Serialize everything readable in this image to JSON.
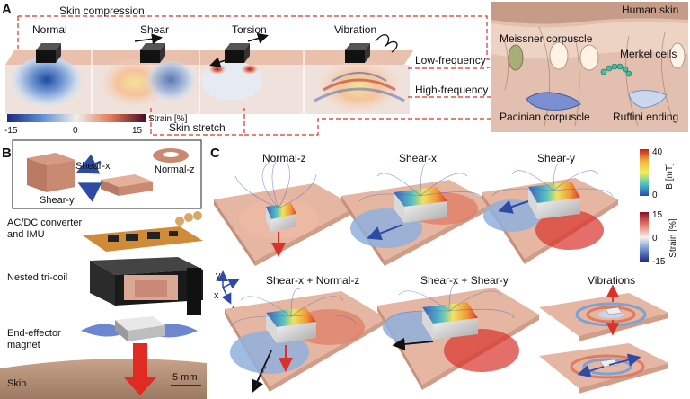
{
  "panel_a": {
    "letter": "A",
    "skin_compression": "Skin compression",
    "skin_stretch": "Skin stretch",
    "modes": [
      "Normal",
      "Shear",
      "Torsion",
      "Vibration"
    ],
    "low_frequency": "Low-frequency",
    "high_frequency": "High-frequency",
    "strain_label": "Strain [%]",
    "strain_ticks": [
      "-15",
      "0",
      "15"
    ],
    "human_skin": "Human skin",
    "meissner": "Meissner corpuscle",
    "merkel": "Merkel cells",
    "pacinian": "Pacinian corpuscle",
    "ruffini": "Ruffini ending"
  },
  "panel_b": {
    "letter": "B",
    "shear_x": "Shear-x",
    "shear_y": "Shear-y",
    "normal_z": "Normal-z",
    "converter": [
      "AC/DC converter",
      "and IMU"
    ],
    "tricoil": "Nested tri-coil",
    "magnet": [
      "End-effector",
      "magnet"
    ],
    "skin": "Skin",
    "scale": "5 mm"
  },
  "panel_c": {
    "letter": "C",
    "titles_top": [
      "Normal-z",
      "Shear-x",
      "Shear-y"
    ],
    "titles_bottom": [
      "Shear-x + Normal-z",
      "Shear-x + Shear-y",
      "Vibrations"
    ],
    "b_label": "B [mT]",
    "b_ticks": [
      "40",
      "0"
    ],
    "strain_label": "Strain [%]",
    "strain_ticks": [
      "15",
      "0",
      "-15"
    ],
    "axes": [
      "y",
      "x",
      "z"
    ]
  },
  "colors": {
    "skin": "#e6b7a3",
    "skin_dark": "#d39c86",
    "blue": "#3c5aa8",
    "red": "#d8322b",
    "dashed": "#d9312b"
  }
}
